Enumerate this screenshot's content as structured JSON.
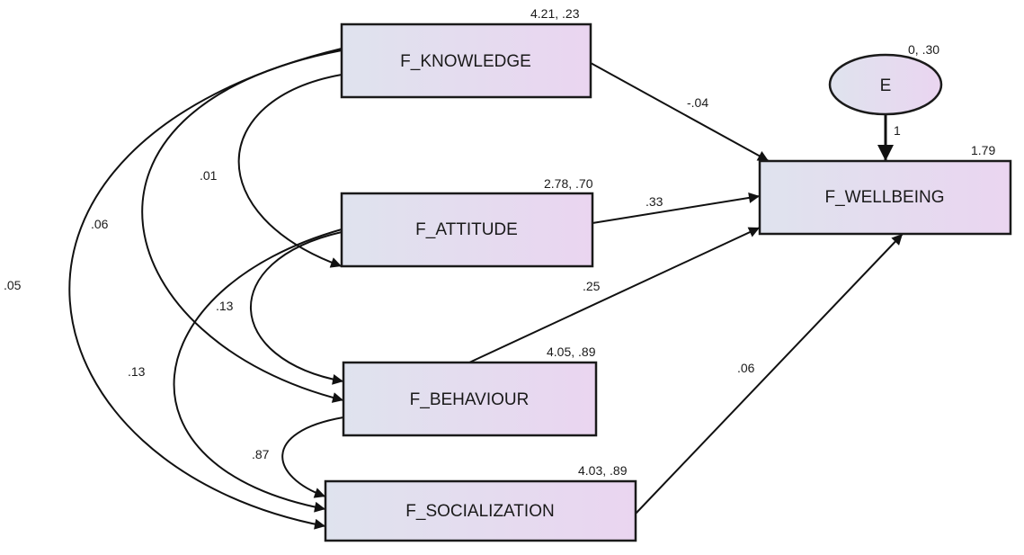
{
  "diagram": {
    "type": "path-diagram",
    "nodes": [
      {
        "id": "knowledge",
        "label": "F_KNOWLEDGE",
        "shape": "rect",
        "estimate": "4.21, .23"
      },
      {
        "id": "attitude",
        "label": "F_ATTITUDE",
        "shape": "rect",
        "estimate": "2.78, .70"
      },
      {
        "id": "behaviour",
        "label": "F_BEHAVIOUR",
        "shape": "rect",
        "estimate": "4.05, .89"
      },
      {
        "id": "socialization",
        "label": "F_SOCIALIZATION",
        "shape": "rect",
        "estimate": "4.03, .89"
      },
      {
        "id": "wellbeing",
        "label": "F_WELLBEING",
        "shape": "rect",
        "estimate": "1.79"
      },
      {
        "id": "error",
        "label": "E",
        "shape": "ellipse",
        "estimate": "0, .30"
      }
    ],
    "paths": [
      {
        "from": "knowledge",
        "to": "wellbeing",
        "weight": "-.04"
      },
      {
        "from": "attitude",
        "to": "wellbeing",
        "weight": ".33"
      },
      {
        "from": "behaviour",
        "to": "wellbeing",
        "weight": ".25"
      },
      {
        "from": "socialization",
        "to": "wellbeing",
        "weight": ".06"
      },
      {
        "from": "error",
        "to": "wellbeing",
        "weight": "1"
      }
    ],
    "covariances": [
      {
        "a": "knowledge",
        "b": "attitude",
        "value": ".01"
      },
      {
        "a": "knowledge",
        "b": "behaviour",
        "value": ".06"
      },
      {
        "a": "knowledge",
        "b": "socialization",
        "value": ".05"
      },
      {
        "a": "attitude",
        "b": "behaviour",
        "value": ".13"
      },
      {
        "a": "attitude",
        "b": "socialization",
        "value": ".13"
      },
      {
        "a": "behaviour",
        "b": "socialization",
        "value": ".87"
      }
    ]
  }
}
